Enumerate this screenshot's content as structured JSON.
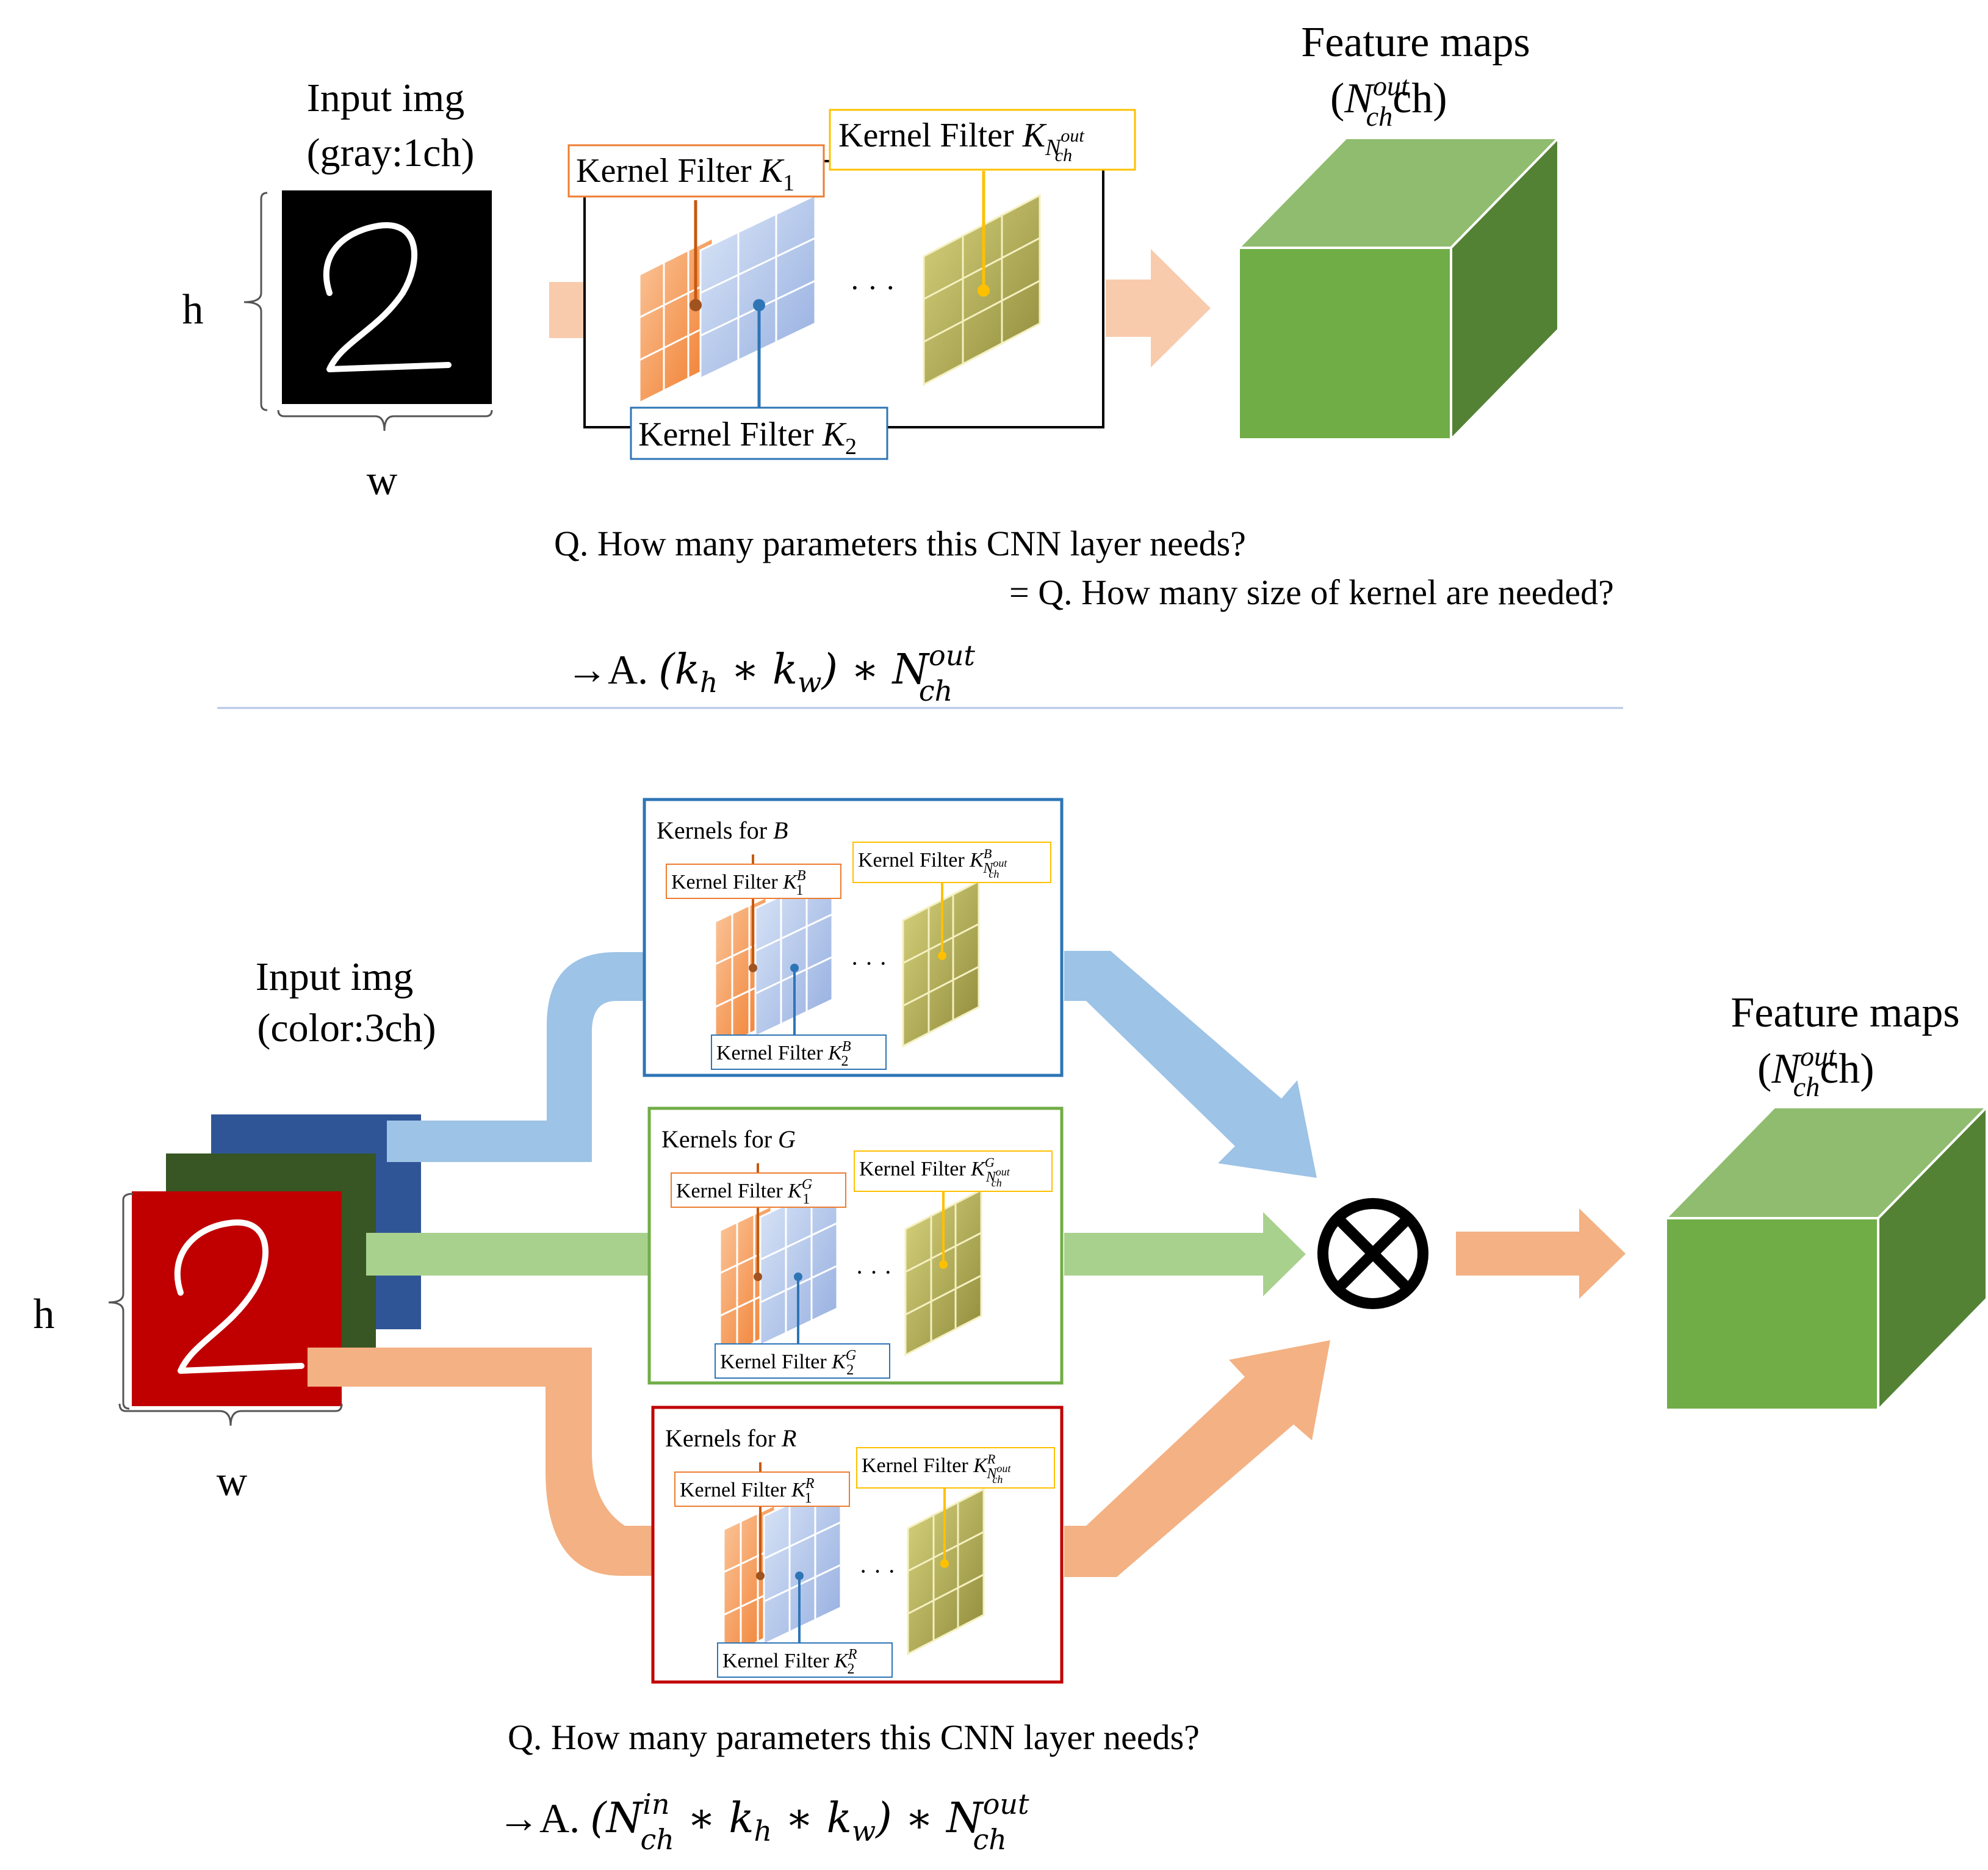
{
  "top": {
    "input_title": "Input img",
    "input_subtitle": "(gray:1ch)",
    "h_label": "h",
    "w_label": "w",
    "kernel_1": {
      "text": "Kernel Filter ",
      "sym": "K",
      "sub": "1",
      "sup": ""
    },
    "kernel_2": {
      "text": "Kernel Filter ",
      "sym": "K",
      "sub": "2",
      "sup": ""
    },
    "kernel_n": {
      "text": "Kernel Filter ",
      "sym": "K",
      "sub": "N",
      "subsub": "ch",
      "subsup": "out"
    },
    "dots": "· · ·",
    "feature_title": "Feature maps",
    "feature_sub": {
      "open": "(",
      "sym": "N",
      "sub": "ch",
      "sup": "out",
      "tail": "ch)"
    },
    "question": "Q. How many parameters this CNN layer needs?",
    "question2": "= Q. How many size of kernel are needed?",
    "answer": {
      "prefix": "→A. ",
      "formula": "(k_h ∗ k_w) ∗ N_ch^out"
    }
  },
  "bottom": {
    "input_title": "Input img",
    "input_subtitle": "(color:3ch)",
    "h_label": "h",
    "w_label": "w",
    "groups": [
      {
        "title": "Kernels for ",
        "channel": "B",
        "k1": {
          "text": "Kernel Filter ",
          "sym": "K",
          "sub": "1",
          "sup": "B"
        },
        "k2": {
          "text": "Kernel Filter ",
          "sym": "K",
          "sub": "2",
          "sup": "B"
        },
        "kn": {
          "text": "Kernel Filter ",
          "sym": "K",
          "sup": "B",
          "sub": "N",
          "subsub": "ch",
          "subsup": "out"
        },
        "dots": "· · ·",
        "border": "#2e75b6"
      },
      {
        "title": "Kernels for ",
        "channel": "G",
        "k1": {
          "text": "Kernel Filter ",
          "sym": "K",
          "sub": "1",
          "sup": "G"
        },
        "k2": {
          "text": "Kernel Filter ",
          "sym": "K",
          "sub": "2",
          "sup": "G"
        },
        "kn": {
          "text": "Kernel Filter ",
          "sym": "K",
          "sup": "G",
          "sub": "N",
          "subsub": "ch",
          "subsup": "out"
        },
        "dots": "· · ·",
        "border": "#70ad47"
      },
      {
        "title": "Kernels for ",
        "channel": "R",
        "k1": {
          "text": "Kernel Filter ",
          "sym": "K",
          "sub": "1",
          "sup": "R"
        },
        "k2": {
          "text": "Kernel Filter ",
          "sym": "K",
          "sub": "2",
          "sup": "R"
        },
        "kn": {
          "text": "Kernel Filter ",
          "sym": "K",
          "sup": "R",
          "sub": "N",
          "subsub": "ch",
          "subsup": "out"
        },
        "dots": "· · ·",
        "border": "#c00000"
      }
    ],
    "feature_title": "Feature maps",
    "feature_sub": {
      "open": "(",
      "sym": "N",
      "sub": "ch",
      "sup": "out",
      "tail": "ch)"
    },
    "combine_symbol": "⊗",
    "question": "Q. How many parameters this CNN layer needs?",
    "answer": {
      "prefix": "→A. ",
      "formula": "(N_ch^in ∗ k_h ∗ k_w) ∗ N_ch^out"
    }
  },
  "colors": {
    "orange": "#f4b183",
    "orange_dark": "#c55a11",
    "blue_light": "#9dc3e6",
    "blue_dark": "#2e75b6",
    "green_light": "#a9d18e",
    "green_box": "#70ad47",
    "gold": "#ffc000",
    "red_img": "#c00000",
    "green_img": "#375623",
    "blue_img": "#2f5597"
  }
}
